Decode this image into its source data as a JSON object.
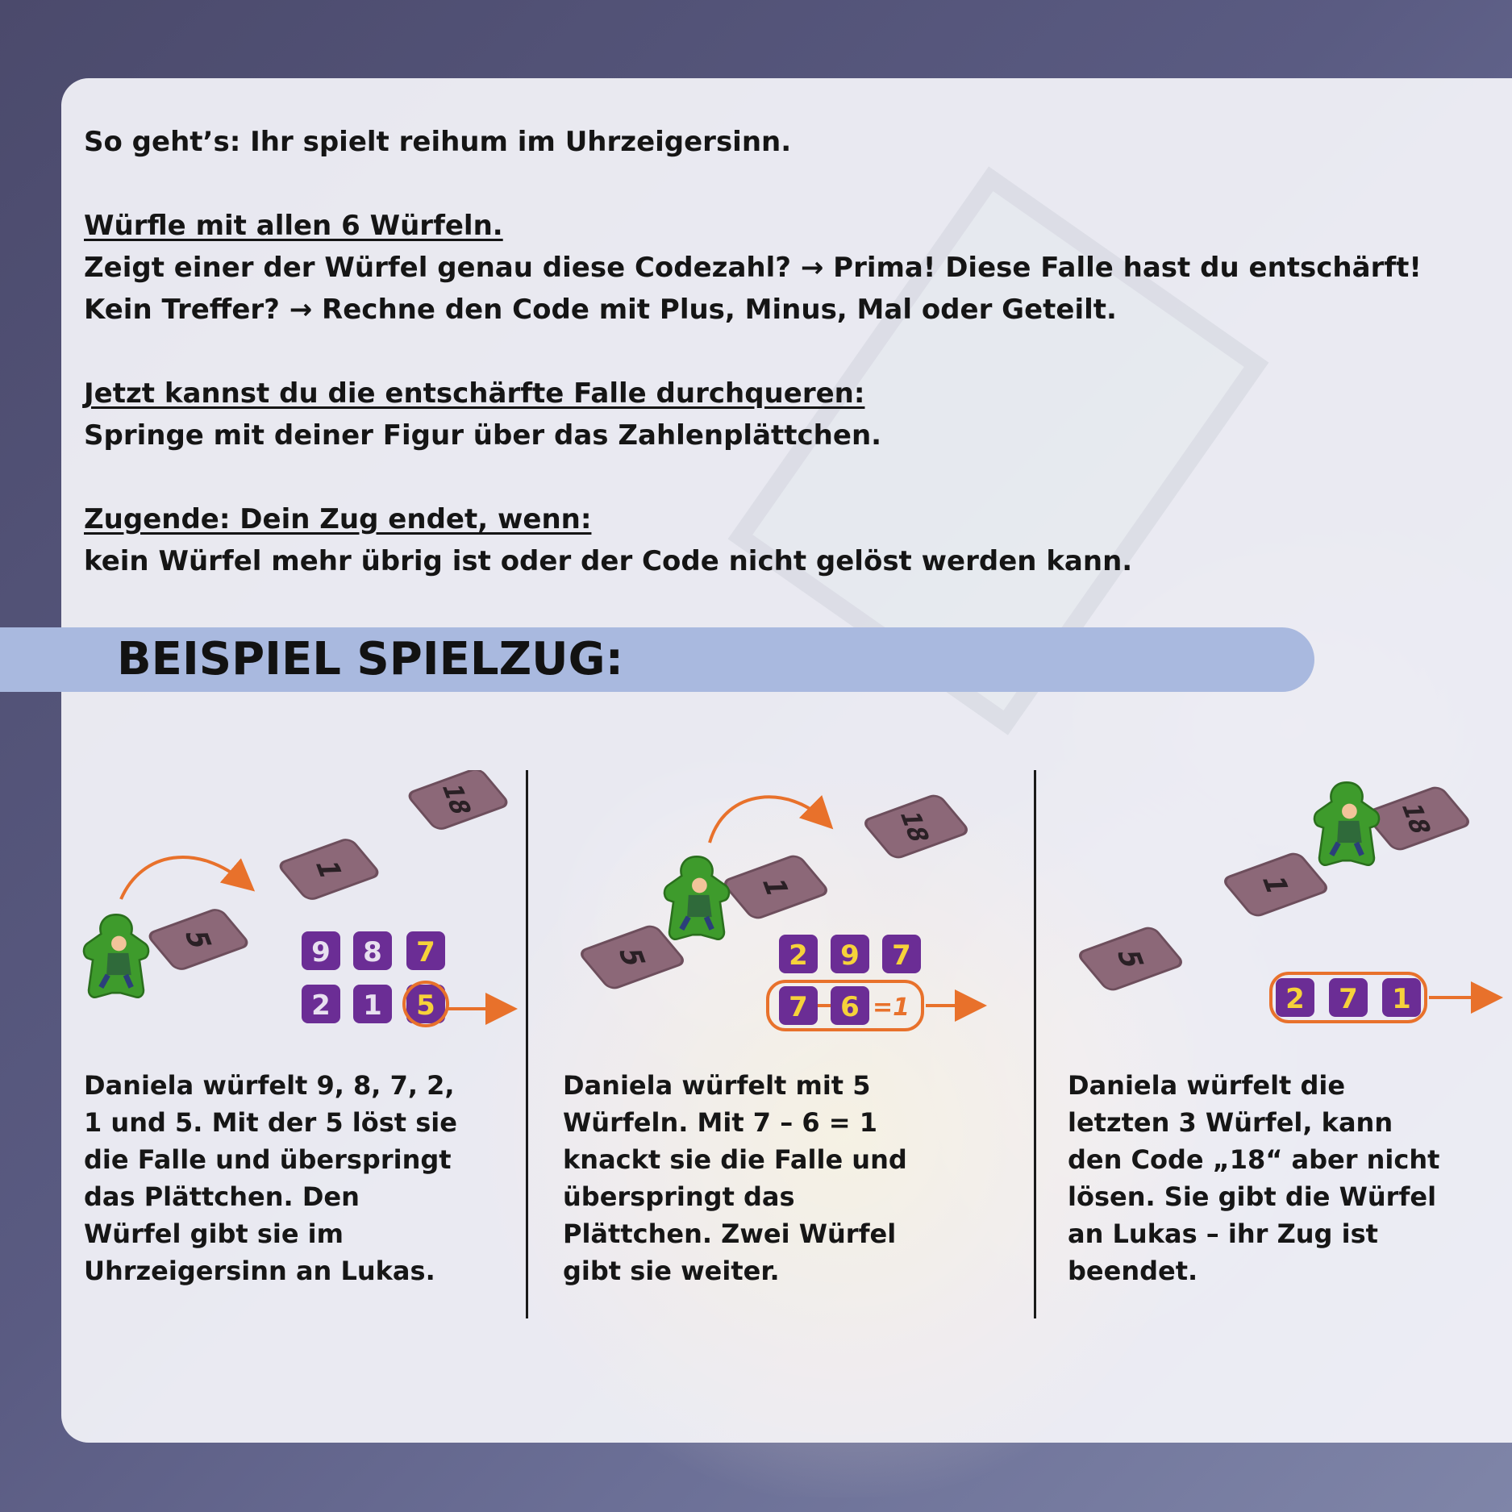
{
  "rules": {
    "intro": "So geht’s: Ihr spielt reihum im Uhrzeigersinn.",
    "section1_heading": "Würfle mit allen 6 Würfeln.",
    "section1_line1": "Zeigt einer der Würfel genau diese Codezahl? → Prima! Diese Falle hast du entschärft!",
    "section1_line2": "Kein Treffer? → Rechne den Code mit Plus, Minus, Mal oder Geteilt.",
    "section2_heading": "Jetzt kannst du die entschärfte Falle durchqueren:",
    "section2_line1": "Springe mit deiner Figur über das Zahlenplättchen.",
    "section3_heading": "Zugende: Dein Zug endet, wenn:",
    "section3_line1": "kein Würfel mehr übrig ist oder der Code nicht gelöst werden kann."
  },
  "example": {
    "title": "BEISPIEL SPIELZUG:",
    "steps": [
      {
        "tiles": [
          "5",
          "1",
          "18"
        ],
        "dice_top": [
          "9",
          "8",
          "7"
        ],
        "dice_bottom": [
          "2",
          "1",
          "5"
        ],
        "caption": [
          "Daniela würfelt 9, 8, 7, 2,",
          "1 und 5. Mit der 5 löst sie",
          "die Falle und überspringt",
          "das Plättchen. Den",
          "Würfel gibt sie im",
          "Uhrzeigersinn an Lukas."
        ]
      },
      {
        "tiles": [
          "5",
          "1",
          "18"
        ],
        "dice_top": [
          "2",
          "9",
          "7"
        ],
        "dice_bottom": [
          "7",
          "6"
        ],
        "equation_result": "=1",
        "caption": [
          "Daniela würfelt mit 5",
          "Würfeln. Mit 7 – 6 = 1",
          "knackt sie die Falle und",
          "überspringt das",
          "Plättchen. Zwei Würfel",
          "gibt sie weiter."
        ]
      },
      {
        "tiles": [
          "5",
          "1",
          "18"
        ],
        "dice_bottom": [
          "2",
          "7",
          "1"
        ],
        "caption": [
          "Daniela würfelt die",
          "letzten 3 Würfel, kann",
          "den Code „18“ aber nicht",
          "lösen. Sie gibt die Würfel",
          "an Lukas – ihr Zug ist",
          "beendet."
        ]
      }
    ]
  },
  "colors": {
    "die": "#6b2d95",
    "die_number": "#f6d23a",
    "tile": "#8c6878",
    "arrow": "#e8712b",
    "meeple": "#3e9b2c",
    "banner": "#a9b9df"
  }
}
